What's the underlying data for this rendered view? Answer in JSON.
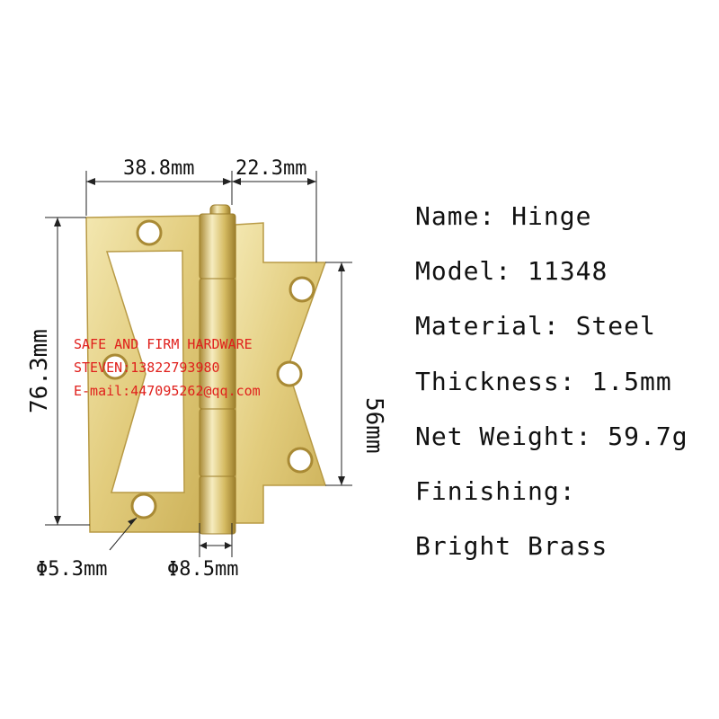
{
  "dimensions": {
    "width_left": "38.8mm",
    "width_right": "22.3mm",
    "height_total": "76.3mm",
    "height_right": "56mm",
    "hole_diameter": "Φ5.3mm",
    "knuckle_diameter": "Φ8.5mm"
  },
  "watermark": {
    "line1": "SAFE AND FIRM HARDWARE",
    "line2": "STEVEN:13822793980",
    "line3": "E-mail:447095262@qq.com"
  },
  "specs": [
    {
      "label": "Name:",
      "value": "Hinge"
    },
    {
      "label": "Model:",
      "value": "11348"
    },
    {
      "label": "Material:",
      "value": "Steel"
    },
    {
      "label": "Thickness:",
      "value": "1.5mm"
    },
    {
      "label": "Net Weight:",
      "value": "59.7g"
    },
    {
      "label": "Finishing:",
      "value": ""
    },
    {
      "label": "",
      "value": "Bright Brass"
    }
  ],
  "colors": {
    "brass_light": "#efe1a0",
    "brass_mid": "#d8c06a",
    "brass_dark": "#a98a35",
    "watermark": "#e0201c"
  }
}
